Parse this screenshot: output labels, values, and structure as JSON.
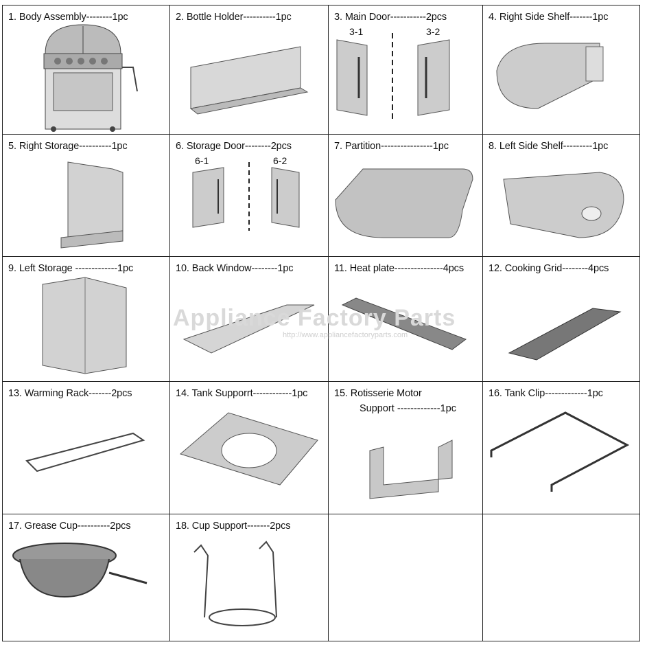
{
  "parts": [
    {
      "label": "1. Body Assembly--------1pc"
    },
    {
      "label": "2. Bottle Holder----------1pc"
    },
    {
      "label": "3. Main Door-----------2pcs",
      "subs": [
        "3-1",
        "3-2"
      ]
    },
    {
      "label": "4. Right Side Shelf-------1pc"
    },
    {
      "label": "5. Right Storage----------1pc"
    },
    {
      "label": "6. Storage Door--------2pcs",
      "subs": [
        "6-1",
        "6-2"
      ]
    },
    {
      "label": "7. Partition----------------1pc"
    },
    {
      "label": "8. Left Side Shelf---------1pc"
    },
    {
      "label": "9. Left Storage -------------1pc"
    },
    {
      "label": "10. Back Window--------1pc"
    },
    {
      "label": "11. Heat plate---------------4pcs"
    },
    {
      "label": "12. Cooking Grid--------4pcs"
    },
    {
      "label": "13. Warming Rack-------2pcs"
    },
    {
      "label": "14. Tank Supporrt------------1pc"
    },
    {
      "label": "15. Rotisserie Motor",
      "label2": "Support -------------1pc"
    },
    {
      "label": "16. Tank Clip-------------1pc"
    },
    {
      "label": "17. Grease Cup----------2pcs"
    },
    {
      "label": "18. Cup Support-------2pcs"
    }
  ],
  "watermark": {
    "title": "Appliance Factory Parts",
    "url": "http://www.appliancefactoryparts.com"
  }
}
